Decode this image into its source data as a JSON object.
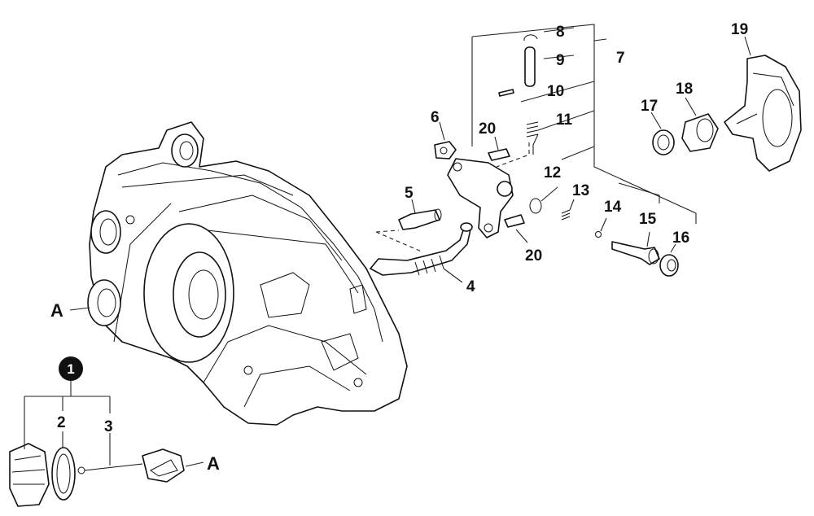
{
  "callouts": {
    "kit": "1",
    "p2": "2",
    "p3": "3",
    "p4": "4",
    "p5": "5",
    "p6": "6",
    "p7": "7",
    "p8": "8",
    "p9": "9",
    "p10": "10",
    "p11": "11",
    "p12": "12",
    "p13": "13",
    "p14": "14",
    "p15": "15",
    "p16": "16",
    "p17": "17",
    "p18": "18",
    "p19": "19",
    "p20a": "20",
    "p20b": "20",
    "a_left": "A",
    "a_bottom": "A"
  },
  "colors": {
    "line": "#111111",
    "fill": "#ffffff",
    "badge": "#111111"
  }
}
